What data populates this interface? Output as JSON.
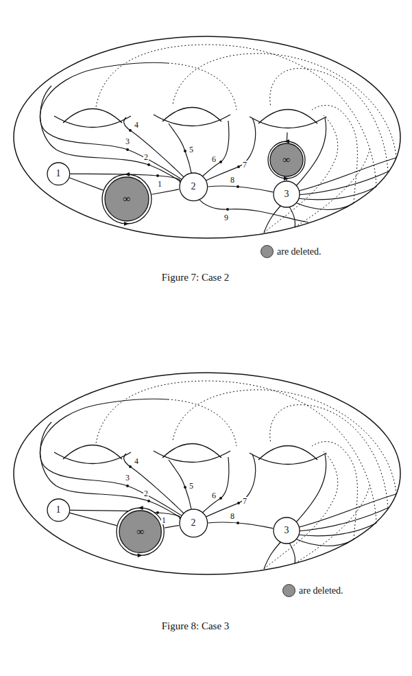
{
  "diagram": {
    "nodes": [
      {
        "text": [
          "1"
        ]
      },
      {
        "text": [
          "∞"
        ]
      },
      {
        "text": [
          "2"
        ]
      },
      {
        "text": [
          "∞"
        ]
      },
      {
        "text": [
          "3"
        ]
      },
      {
        "text": [
          "1"
        ]
      },
      {
        "text": [
          "∞"
        ]
      },
      {
        "text": [
          "2"
        ]
      },
      {
        "text": [
          "3"
        ]
      }
    ],
    "edges": [
      {
        "from": 0,
        "to": 1,
        "arrow": "none"
      },
      {
        "from": 1,
        "to": 2,
        "arrow": "none"
      },
      {
        "from": 0,
        "to": 2,
        "arrow": "none"
      },
      {
        "from": 2,
        "to": 4,
        "arrow": "none"
      },
      {
        "from": 3,
        "to": 4,
        "arrow": "none"
      },
      {
        "from": 5,
        "to": 6,
        "arrow": "none"
      },
      {
        "from": 6,
        "to": 7,
        "arrow": "none"
      },
      {
        "from": 5,
        "to": 7,
        "arrow": "none"
      },
      {
        "from": 7,
        "to": 8,
        "arrow": "none"
      }
    ],
    "labels": [
      "4",
      "3",
      "2",
      "1",
      "5",
      "6",
      "7",
      "8",
      "9",
      "Figure 7: Case 2",
      "4",
      "3",
      "2",
      "1",
      "5",
      "6",
      "7",
      "8",
      "Figure 8: Case 3"
    ],
    "legend": [
      {
        "text": "are deleted.",
        "color": "#909090"
      },
      {
        "text": "are deleted.",
        "color": "#909090"
      }
    ]
  }
}
